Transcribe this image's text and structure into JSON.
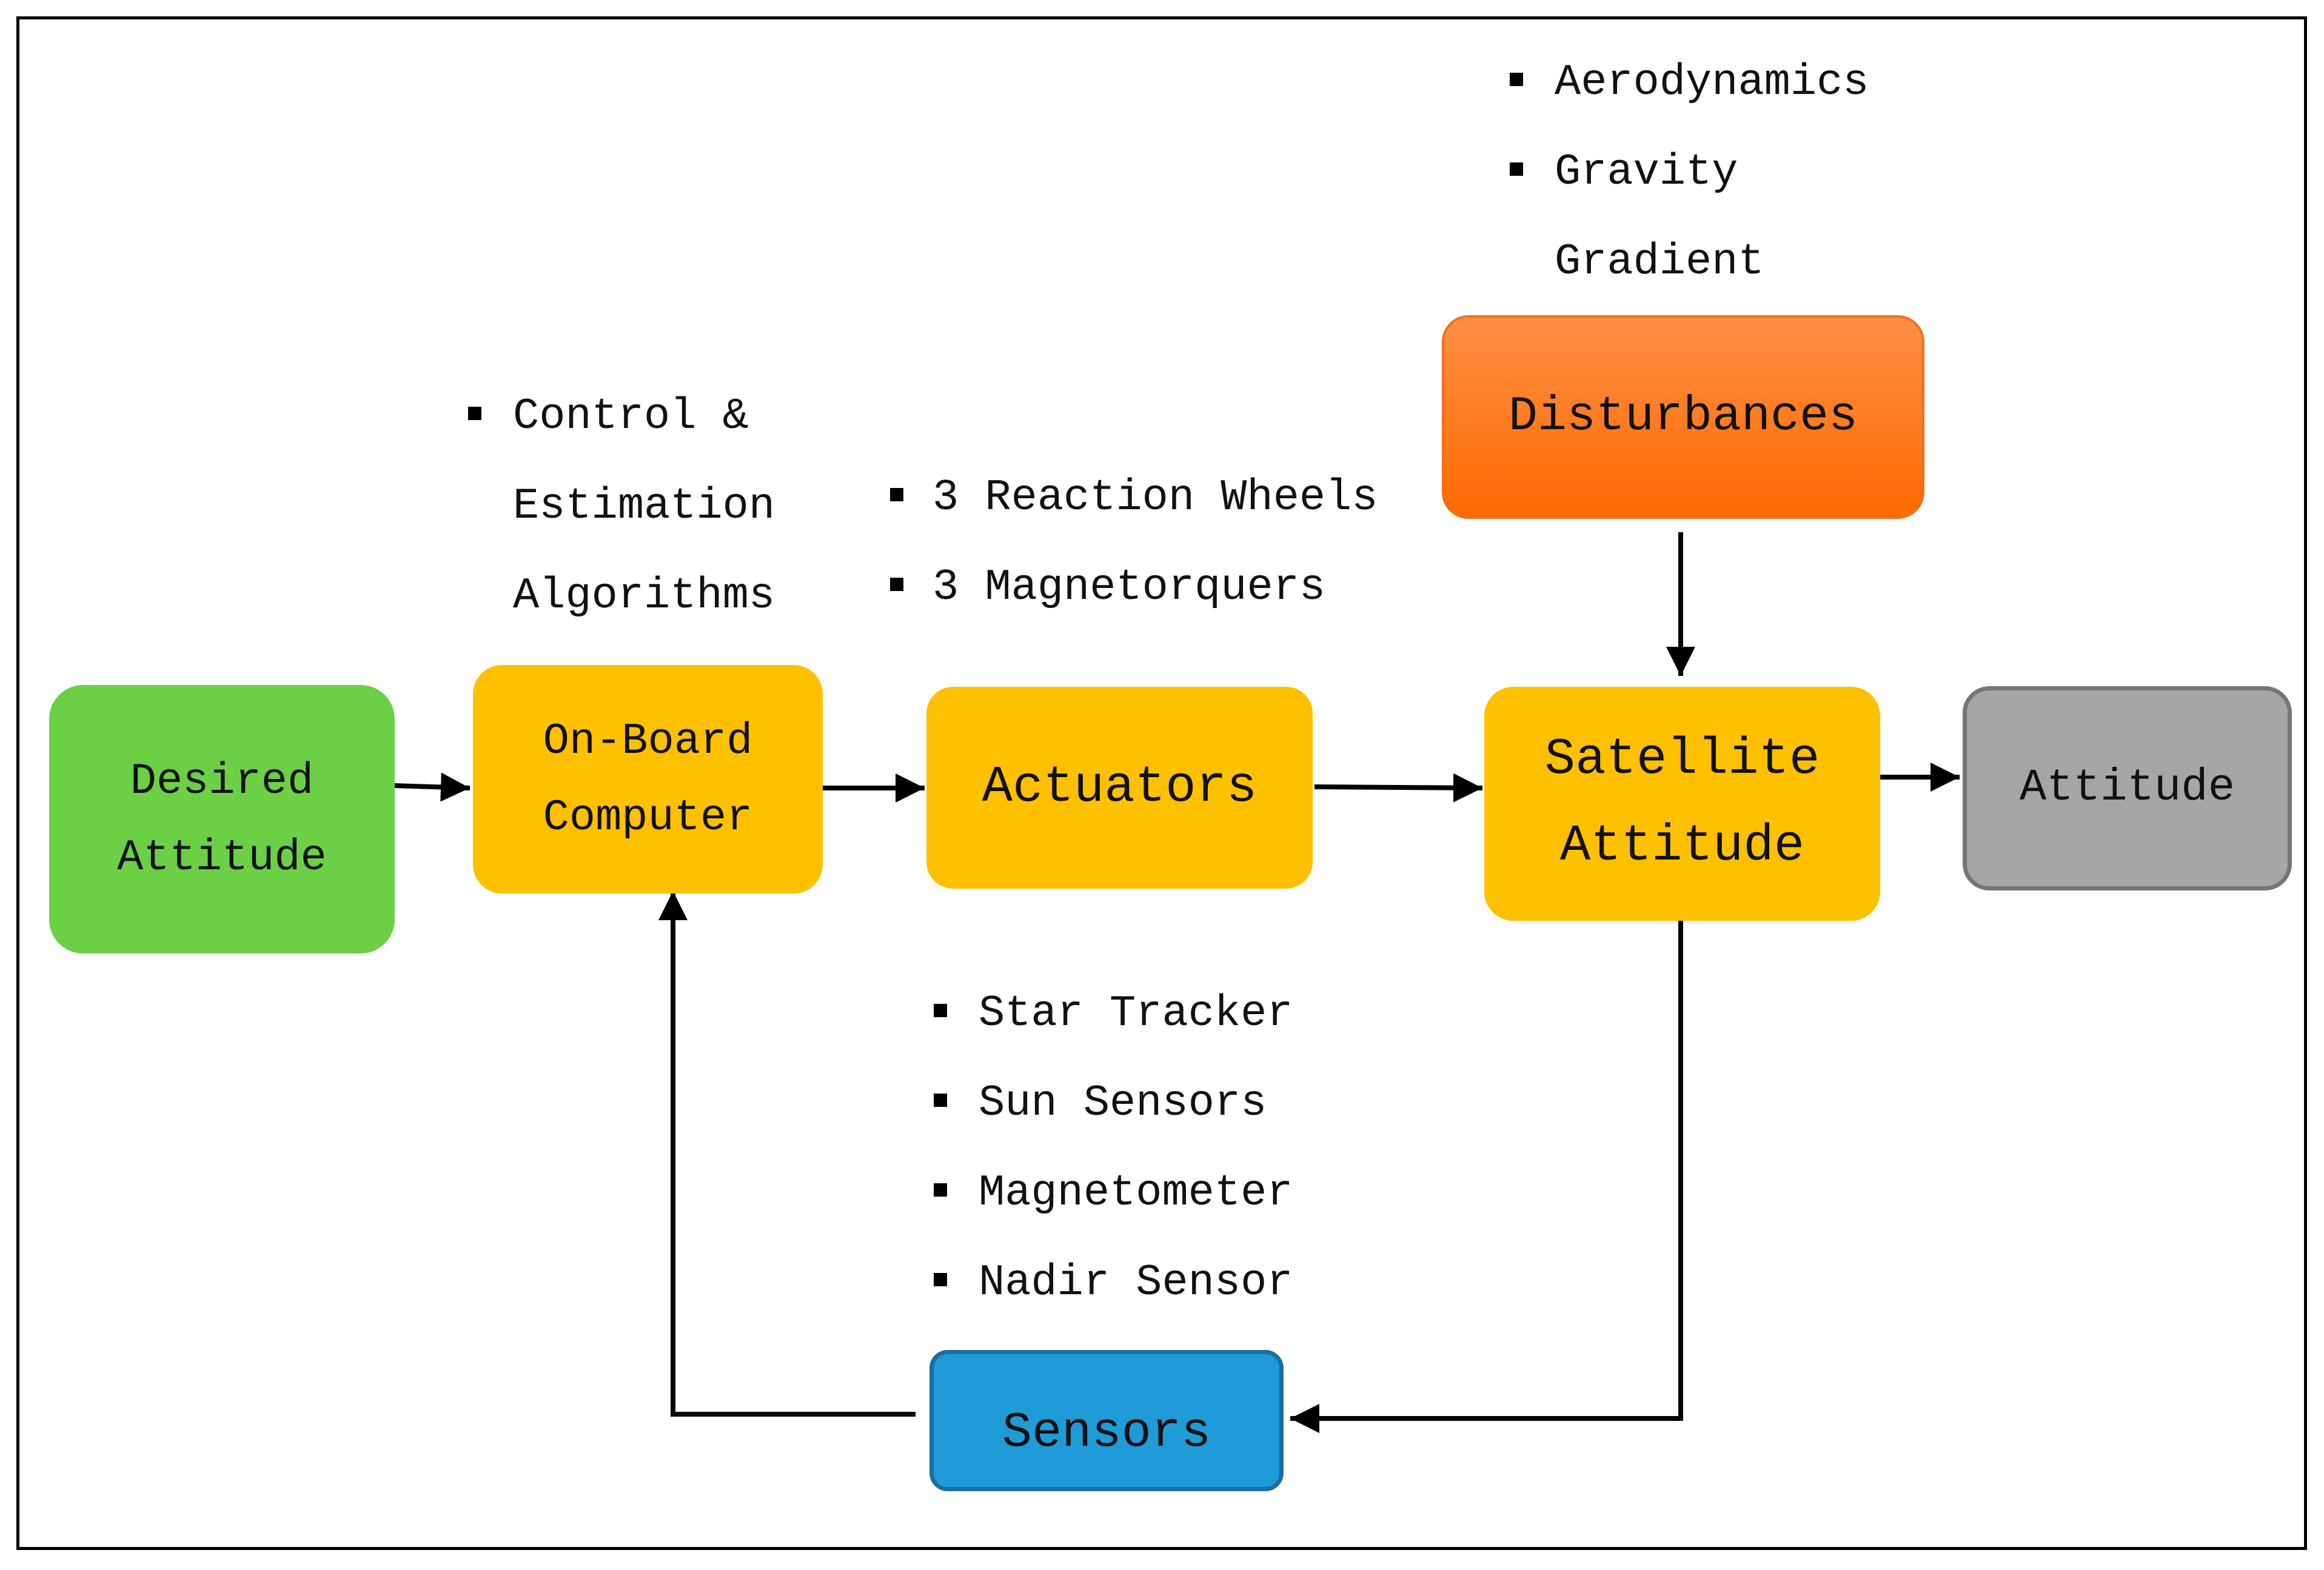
{
  "diagram": {
    "nodes": {
      "desired_attitude": {
        "line1": "Desired",
        "line2": "Attitude",
        "color": "#6CD046"
      },
      "obc": {
        "line1": "On-Board",
        "line2": "Computer",
        "color": "#FFC000"
      },
      "actuators": {
        "label": "Actuators",
        "color": "#FFC000"
      },
      "satellite": {
        "line1": "Satellite",
        "line2": "Attitude",
        "color": "#FFC000"
      },
      "attitude": {
        "label": "Attitude",
        "color": "#A6A6A6",
        "border": "#767676"
      },
      "disturbances": {
        "label": "Disturbances",
        "color_top": "#FF8F45",
        "color_bottom": "#FF6A00",
        "border": "#F0701E"
      },
      "sensors": {
        "label": "Sensors",
        "color": "#1F9BD7",
        "border": "#1A6FA0"
      }
    },
    "annotations": {
      "obc": {
        "line1": "Control &",
        "line2": "Estimation",
        "line3": "Algorithms"
      },
      "actuators": {
        "item1": "3 Reaction Wheels",
        "item2": "3 Magnetorquers"
      },
      "disturbances": {
        "item1": "Aerodynamics",
        "item2": "Gravity",
        "item2_cont": "Gradient"
      },
      "sensors": {
        "item1": "Star Tracker",
        "item2": "Sun Sensors",
        "item3": "Magnetometer",
        "item4": "Nadir Sensor"
      }
    }
  }
}
